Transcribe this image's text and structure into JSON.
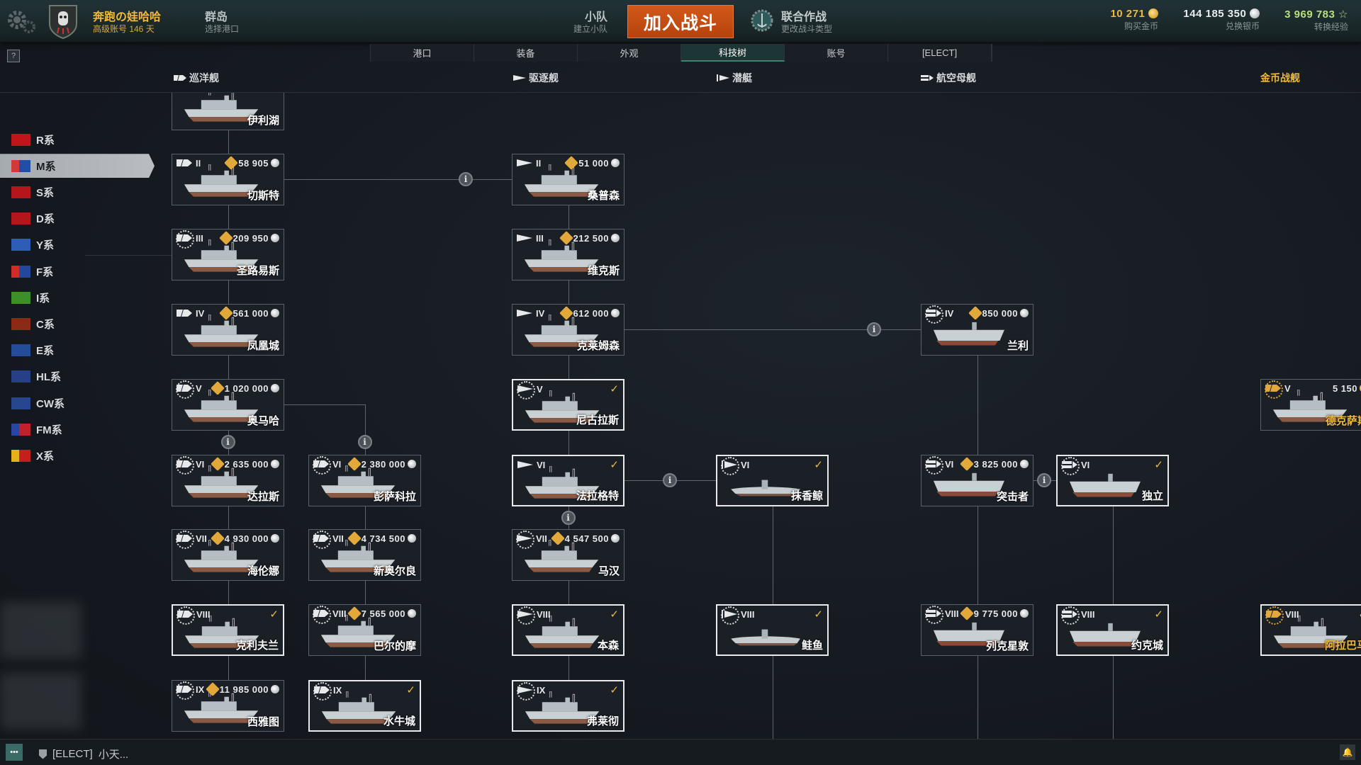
{
  "topbar": {
    "player_name": "奔跑の娃哈哈",
    "account_status": "高级账号 146 天",
    "port_name": "群岛",
    "port_sub": "选择港口",
    "division_label": "小队",
    "division_sub": "建立小队",
    "battle_button": "加入战斗",
    "mode_label": "联合作战",
    "mode_sub": "更改战斗类型",
    "gold_value": "10 271",
    "gold_label": "购买金币",
    "silver_value": "144 185 350",
    "silver_label": "兑换银币",
    "xp_value": "3 969 783",
    "xp_label": "转换经验"
  },
  "tabs": [
    {
      "label": "港口"
    },
    {
      "label": "装备"
    },
    {
      "label": "外观"
    },
    {
      "label": "科技树",
      "active": true
    },
    {
      "label": "账号"
    },
    {
      "label": "[ELECT]"
    }
  ],
  "help_label": "?",
  "classes": {
    "cruiser": "巡洋舰",
    "destroyer": "驱逐舰",
    "submarine": "潜艇",
    "carrier": "航空母舰",
    "premium": "金币战舰"
  },
  "nations": [
    {
      "label": "R系",
      "colors": [
        "#c0151b",
        "#c0151b"
      ]
    },
    {
      "label": "M系",
      "colors": [
        "#1f4fa8",
        "#d23a3a"
      ],
      "selected": true
    },
    {
      "label": "S系",
      "colors": [
        "#b4161b",
        "#b4161b"
      ]
    },
    {
      "label": "D系",
      "colors": [
        "#b4161b",
        "#b4161b"
      ]
    },
    {
      "label": "Y系",
      "colors": [
        "#2e5db8",
        "#2e5db8"
      ]
    },
    {
      "label": "F系",
      "colors": [
        "#23479a",
        "#d32a2a"
      ]
    },
    {
      "label": "I系",
      "colors": [
        "#3d8f2a",
        "#3d8f2a"
      ]
    },
    {
      "label": "C系",
      "colors": [
        "#8c2a17",
        "#8c2a17"
      ]
    },
    {
      "label": "E系",
      "colors": [
        "#244c99",
        "#244c99"
      ]
    },
    {
      "label": "HL系",
      "colors": [
        "#263f86",
        "#263f86"
      ]
    },
    {
      "label": "CW系",
      "colors": [
        "#26468f",
        "#26468f"
      ]
    },
    {
      "label": "FM系",
      "colors": [
        "#c2202a",
        "#2a46a5"
      ]
    },
    {
      "label": "X系",
      "colors": [
        "#c41e1e",
        "#e5b11a"
      ]
    }
  ],
  "cards": [
    {
      "type": "cruiser",
      "tier": "",
      "price": "",
      "name": "伊利湖",
      "elite": false,
      "owned": false
    },
    {
      "type": "cruiser",
      "tier": "II",
      "price": "58 905",
      "name": "切斯特",
      "elite": false,
      "owned": false
    },
    {
      "type": "cruiser",
      "tier": "III",
      "price": "209 950",
      "name": "圣路易斯",
      "elite": true,
      "owned": false
    },
    {
      "type": "cruiser",
      "tier": "IV",
      "price": "561 000",
      "name": "凤凰城",
      "elite": false,
      "owned": false
    },
    {
      "type": "cruiser",
      "tier": "V",
      "price": "1 020 000",
      "name": "奥马哈",
      "elite": true,
      "owned": false
    },
    {
      "type": "cruiser",
      "tier": "VI",
      "price": "2 635 000",
      "name": "达拉斯",
      "elite": true,
      "owned": false
    },
    {
      "type": "cruiser",
      "tier": "VI",
      "price": "2 380 000",
      "name": "彭萨科拉",
      "elite": true,
      "owned": false
    },
    {
      "type": "cruiser",
      "tier": "VII",
      "price": "4 930 000",
      "name": "海伦娜",
      "elite": true,
      "owned": false
    },
    {
      "type": "cruiser",
      "tier": "VII",
      "price": "4 734 500",
      "name": "新奥尔良",
      "elite": true,
      "owned": false
    },
    {
      "type": "cruiser",
      "tier": "VIII",
      "price": "",
      "name": "克利夫兰",
      "elite": true,
      "owned": true
    },
    {
      "type": "cruiser",
      "tier": "VIII",
      "price": "7 565 000",
      "name": "巴尔的摩",
      "elite": true,
      "owned": false
    },
    {
      "type": "cruiser",
      "tier": "IX",
      "price": "11 985 000",
      "name": "西雅图",
      "elite": true,
      "owned": false
    },
    {
      "type": "cruiser",
      "tier": "IX",
      "price": "",
      "name": "水牛城",
      "elite": true,
      "owned": true
    },
    {
      "type": "destroyer",
      "tier": "II",
      "price": "51 000",
      "name": "桑普森",
      "elite": false,
      "owned": false
    },
    {
      "type": "destroyer",
      "tier": "III",
      "price": "212 500",
      "name": "维克斯",
      "elite": false,
      "owned": false
    },
    {
      "type": "destroyer",
      "tier": "IV",
      "price": "612 000",
      "name": "克莱姆森",
      "elite": false,
      "owned": false
    },
    {
      "type": "destroyer",
      "tier": "V",
      "price": "",
      "name": "尼古拉斯",
      "elite": true,
      "owned": true
    },
    {
      "type": "destroyer",
      "tier": "VI",
      "price": "",
      "name": "法拉格特",
      "elite": false,
      "owned": true
    },
    {
      "type": "destroyer",
      "tier": "VII",
      "price": "4 547 500",
      "name": "马汉",
      "elite": true,
      "owned": false
    },
    {
      "type": "destroyer",
      "tier": "VIII",
      "price": "",
      "name": "本森",
      "elite": true,
      "owned": true
    },
    {
      "type": "destroyer",
      "tier": "IX",
      "price": "",
      "name": "弗莱彻",
      "elite": true,
      "owned": true
    },
    {
      "type": "submarine",
      "tier": "VI",
      "price": "",
      "name": "抹香鲸",
      "elite": true,
      "owned": true
    },
    {
      "type": "submarine",
      "tier": "VIII",
      "price": "",
      "name": "鲑鱼",
      "elite": true,
      "owned": true
    },
    {
      "type": "carrier",
      "tier": "IV",
      "price": "850 000",
      "name": "兰利",
      "elite": true,
      "owned": false
    },
    {
      "type": "carrier",
      "tier": "VI",
      "price": "3 825 000",
      "name": "突击者",
      "elite": true,
      "owned": false
    },
    {
      "type": "carrier",
      "tier": "VI",
      "price": "",
      "name": "独立",
      "elite": true,
      "owned": true
    },
    {
      "type": "carrier",
      "tier": "VIII",
      "price": "9 775 000",
      "name": "列克星敦",
      "elite": true,
      "owned": false
    },
    {
      "type": "carrier",
      "tier": "VIII",
      "price": "",
      "name": "约克城",
      "elite": true,
      "owned": true
    },
    {
      "type": "premium",
      "tier": "V",
      "price": "5 150",
      "price_currency": "gold",
      "name": "德克萨斯",
      "elite": true,
      "owned": false
    },
    {
      "type": "premium",
      "tier": "VIII",
      "price": "",
      "name": "阿拉巴马",
      "elite": true,
      "owned": true
    }
  ],
  "info_symbol": "i",
  "check_symbol": "✓",
  "chat": {
    "clan": "[ELECT]",
    "text": "小天..."
  },
  "colors": {
    "accent_gold": "#f0b93a",
    "battle_button": "#c94d10",
    "active_tab": "#1d3534"
  }
}
